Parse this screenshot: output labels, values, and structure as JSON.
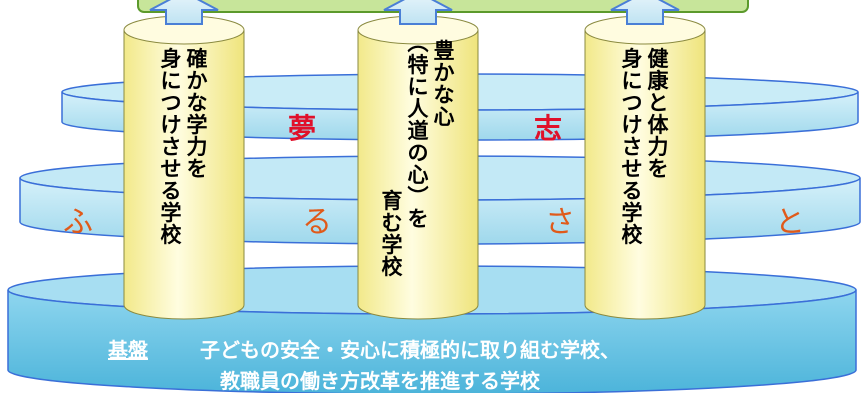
{
  "pillars": [
    {
      "lines": [
        "確かな学力を",
        "身につけさせる学校"
      ]
    },
    {
      "lines": [
        "豊かな心",
        "（特に人道の心）を",
        "育む学校"
      ]
    },
    {
      "lines": [
        "健康と体力を",
        "身につけさせる学校"
      ]
    }
  ],
  "upper_ring_words": [
    "夢",
    "志"
  ],
  "middle_ring_words": [
    "ふ",
    "る",
    "さ",
    "と"
  ],
  "base": {
    "heading": "基盤",
    "line1": "子どもの安全・安心に積極的に取り組む学校、",
    "line2": "教職員の働き方改革を推進する学校"
  },
  "colors": {
    "ring_fill": "#a9dff0",
    "ring_edge": "#3a6fd8",
    "base_fill": "#6fc7e6",
    "pillar_fill": "#fbf6b4",
    "top_box": "#c7e59a",
    "ring_word": "#e05a1a",
    "highlight_word": "#e0102a"
  }
}
